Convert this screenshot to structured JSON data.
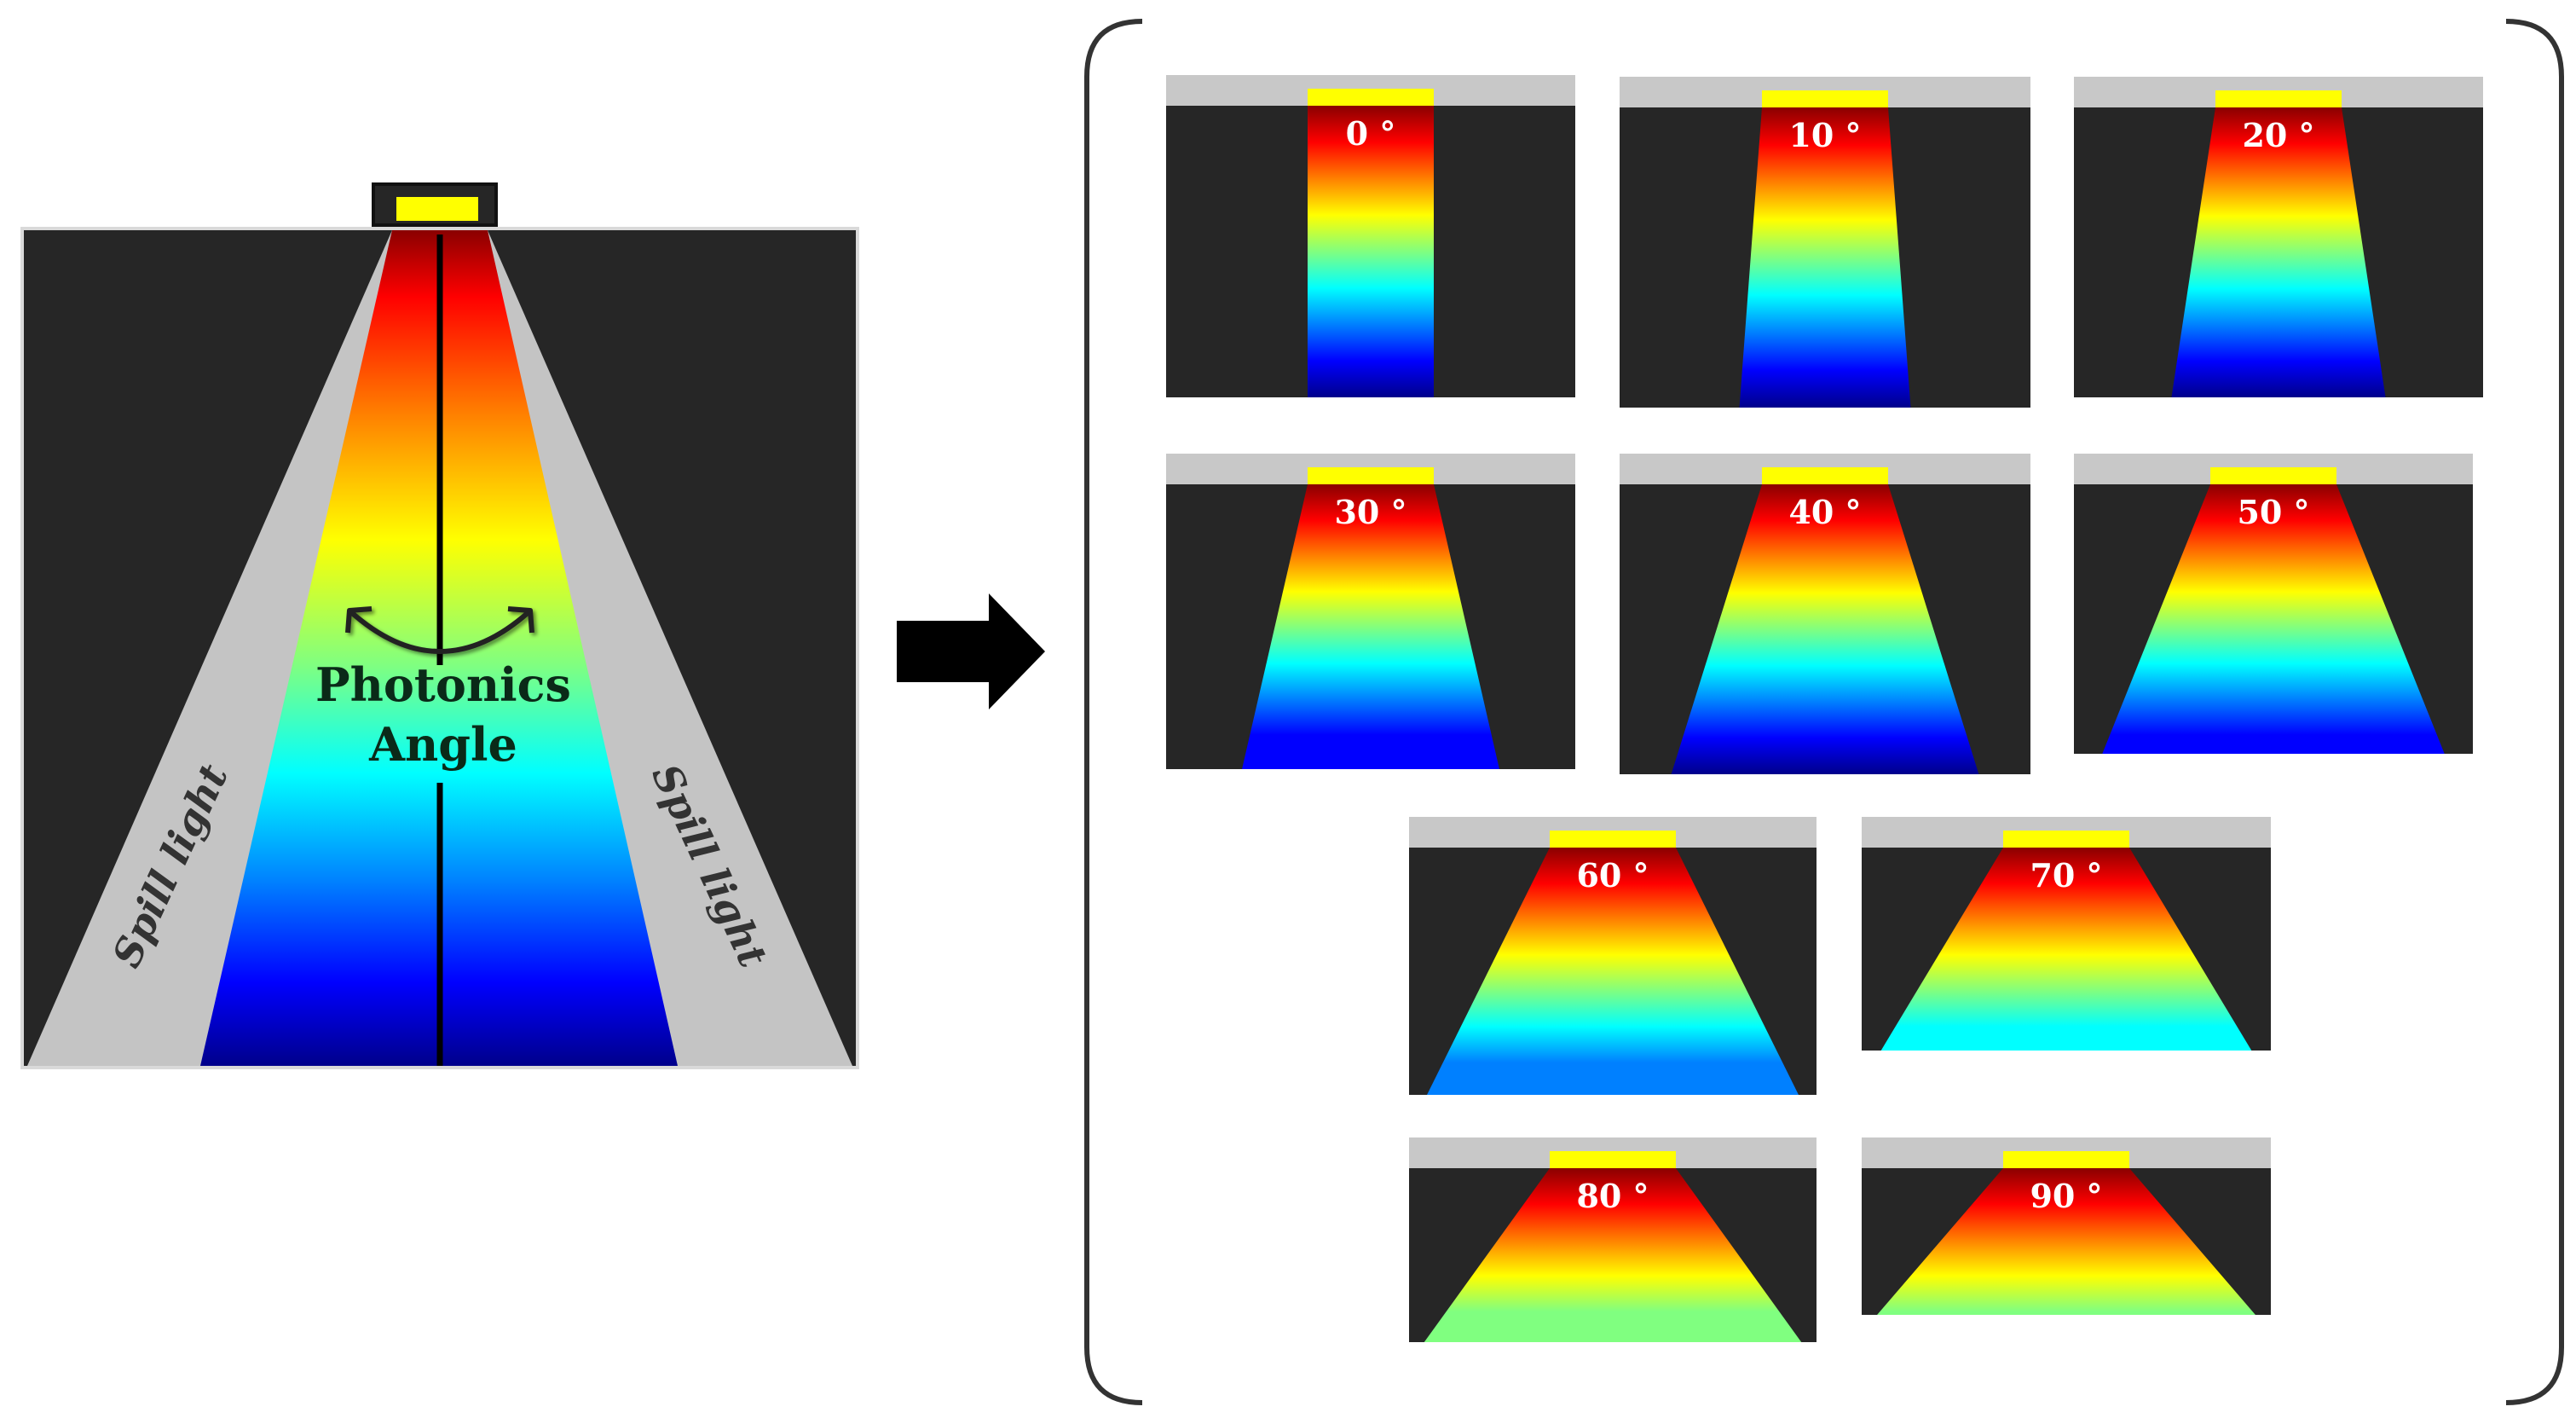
{
  "main_figure": {
    "label_line1": "Photonics",
    "label_line2": "Angle",
    "spill_left": "Spill light",
    "spill_right": "Spill light"
  },
  "panels": [
    {
      "angle": 0,
      "label": "0 °"
    },
    {
      "angle": 10,
      "label": "10 °"
    },
    {
      "angle": 20,
      "label": "20 °"
    },
    {
      "angle": 30,
      "label": "30 °"
    },
    {
      "angle": 40,
      "label": "40 °"
    },
    {
      "angle": 50,
      "label": "50 °"
    },
    {
      "angle": 60,
      "label": "60 °"
    },
    {
      "angle": 70,
      "label": "70 °"
    },
    {
      "angle": 80,
      "label": "80 °"
    },
    {
      "angle": 90,
      "label": "90 °"
    }
  ],
  "colors": {
    "background": "#ffffff",
    "panel_dark": "#262626",
    "ceiling_grey": "#c8c8c8",
    "spill_grey": "#c4c4c4",
    "led_yellow": "#ffff00",
    "gradient": [
      "#8a0000",
      "#ff0000",
      "#ff8000",
      "#ffff00",
      "#80ff80",
      "#00ffff",
      "#0080ff",
      "#0000ff",
      "#00008b"
    ]
  }
}
